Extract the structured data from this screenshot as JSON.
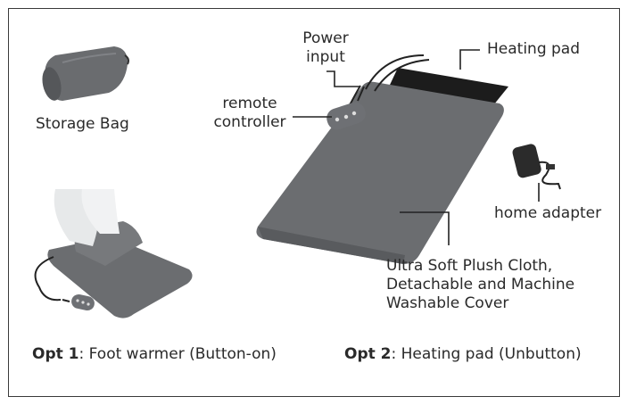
{
  "labels": {
    "storage_bag": "Storage Bag",
    "power_input_line1": "Power",
    "power_input_line2": "input",
    "heating_pad": "Heating pad",
    "remote_line1": "remote",
    "remote_line2": "controller",
    "home_adapter": "home adapter",
    "cover_line1": "Ultra Soft Plush Cloth,",
    "cover_line2": "Detachable and Machine",
    "cover_line3": "Washable Cover"
  },
  "options": [
    {
      "name": "Opt 1",
      "desc": ": Foot warmer (Button-on)"
    },
    {
      "name": "Opt 2",
      "desc": ": Heating pad (Unbutton)"
    }
  ],
  "colors": {
    "border": "#3a3a3a",
    "pad_gray": "#6b6d70",
    "pad_dark": "#1c1c1c",
    "leader": "#222222"
  }
}
